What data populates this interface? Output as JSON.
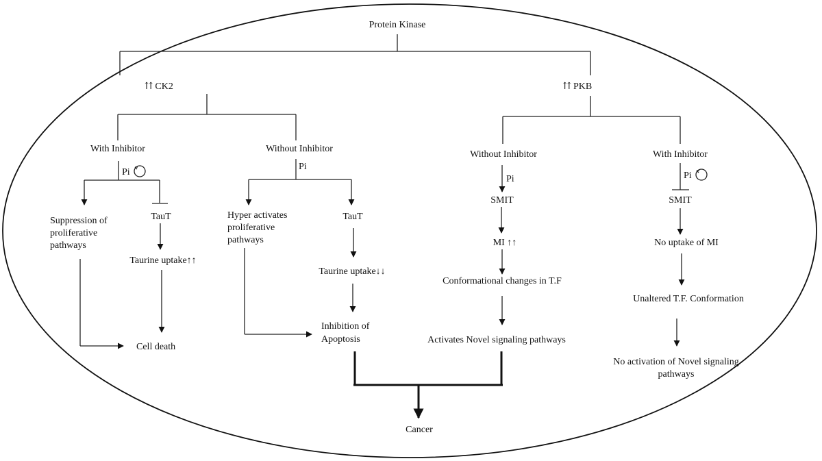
{
  "diagram": {
    "title": "Protein Kinase",
    "branches": {
      "ck2": {
        "label": "⇈ CK2",
        "with_inhibitor": {
          "label": "With Inhibitor",
          "pi": "Pi",
          "pi_symbol": "no-phosphorylation-icon",
          "left": {
            "text": [
              "Suppression of",
              "proliferative",
              "pathways"
            ]
          },
          "right": {
            "taut": "TauT",
            "uptake": "Taurine uptake↑↑"
          },
          "outcome": "Cell death"
        },
        "without_inhibitor": {
          "label": "Without Inhibitor",
          "pi": "Pi",
          "left": {
            "text": [
              "Hyper activates",
              "proliferative",
              "pathways"
            ]
          },
          "right": {
            "taut": "TauT",
            "uptake": "Taurine uptake↓↓"
          },
          "outcome": [
            "Inhibition of",
            "Apoptosis"
          ]
        }
      },
      "pkb": {
        "label": "⇈ PKB",
        "without_inhibitor": {
          "label": "Without Inhibitor",
          "pi": "Pi",
          "smit": "SMIT",
          "mi": "MI ↑↑",
          "conformation": "Conformational changes in T.F",
          "outcome": "Activates Novel signaling pathways"
        },
        "with_inhibitor": {
          "label": "With Inhibitor",
          "pi": "Pi",
          "pi_symbol": "no-phosphorylation-icon",
          "smit": "SMIT",
          "mi": "No uptake of MI",
          "conformation": "Unaltered T.F. Conformation",
          "outcome": [
            "No activation of Novel signaling",
            "pathways"
          ]
        }
      }
    },
    "final_outcome": "Cancer"
  }
}
